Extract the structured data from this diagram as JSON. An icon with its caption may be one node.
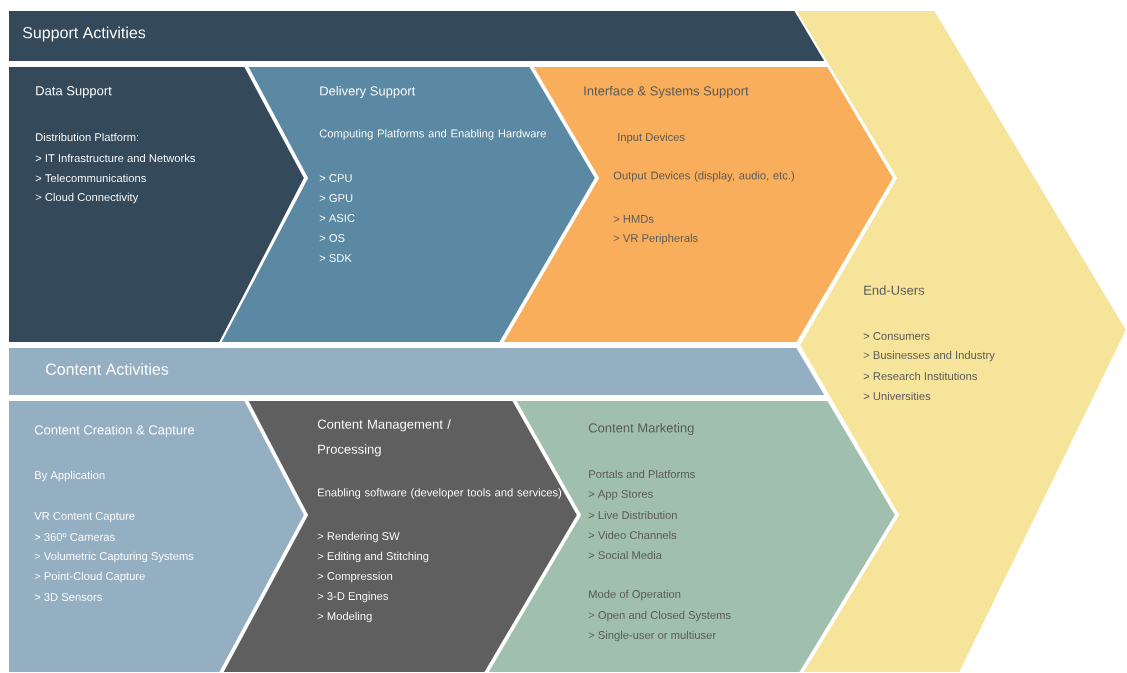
{
  "diagram": {
    "nodes": [
      {
        "text": [
          "Support Activities"
        ]
      },
      {
        "text": [
          "Data Support",
          "Distribution Platform:",
          ">   IT Infrastructure and Networks",
          ">   Telecommunications",
          ">   Cloud Connectivity"
        ]
      },
      {
        "text": [
          "Delivery Support",
          "Computing Platforms and Enabling Hardware",
          ">   CPU",
          ">   GPU",
          ">   ASIC",
          ">   OS",
          ">   SDK"
        ]
      },
      {
        "text": [
          "Interface & Systems Support",
          "Input Devices",
          "Output Devices (display, audio, etc.)",
          ">   HMDs",
          ">   VR Peripherals"
        ]
      },
      {
        "text": [
          "Content Activities"
        ]
      },
      {
        "text": [
          "Content Creation & Capture",
          "By Application",
          "VR Content Capture",
          ">   360º Cameras",
          ">   Volumetric Capturing Systems",
          ">   Point-Cloud Capture",
          ">   3D Sensors"
        ]
      },
      {
        "text": [
          "Content Management / Processing",
          "Enabling software (developer tools and services)",
          ">   Rendering SW",
          ">   Editing and Stitching",
          ">   Compression",
          ">   3-D Engines",
          ">   Modeling"
        ]
      },
      {
        "text": [
          "Content Marketing",
          "Portals and Platforms",
          ">   App Stores",
          ">   Live Distribution",
          ">   Video Channels",
          ">   Social Media",
          "Mode of Operation",
          ">   Open and Closed Systems",
          ">   Single-user or multiuser"
        ]
      },
      {
        "text": [
          "End-Users",
          ">   Consumers",
          ">   Businesses and Industry",
          ">   Research Institutions",
          ">   Universities"
        ]
      }
    ]
  }
}
